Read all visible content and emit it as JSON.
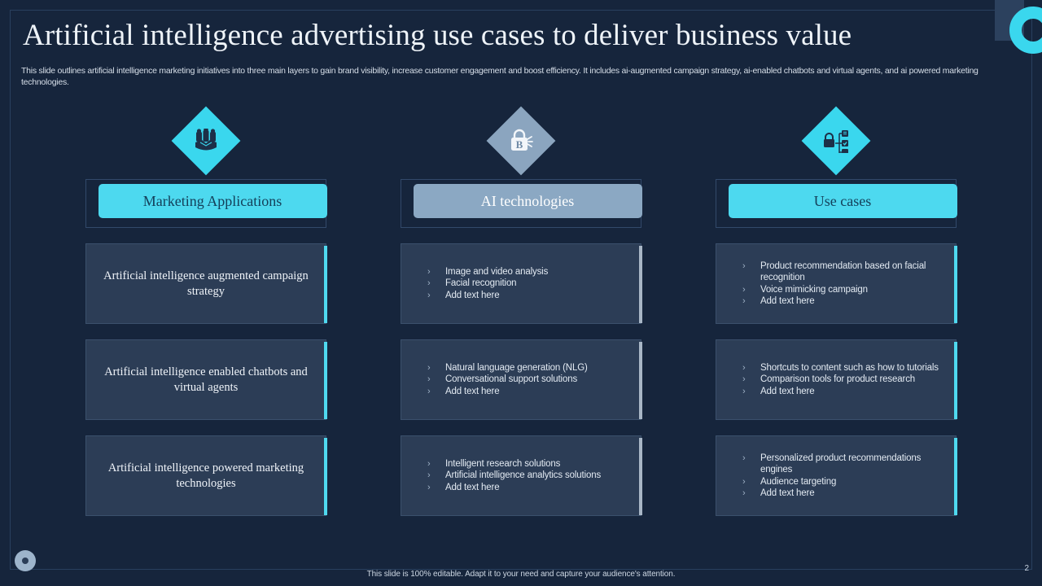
{
  "slide": {
    "title": "Artificial intelligence advertising use cases to deliver business value",
    "subtitle": "This slide outlines artificial intelligence marketing initiatives into three main layers to gain brand visibility, increase customer engagement and boost efficiency. It includes ai-augmented campaign strategy, ai-enabled chatbots and virtual agents, and ai powered marketing technologies.",
    "footer_note": "This slide is 100% editable.  Adapt it to your need and capture your audience's attention.",
    "page_number": "2"
  },
  "colors": {
    "background": "#16253c",
    "accent_cyan": "#4dd9ef",
    "accent_slate": "#8ba8c3",
    "card_background": "#2c3d56",
    "card_border": "#3b506c",
    "bullet_accent_slate": "#a8b6c6"
  },
  "columns": [
    {
      "id": "marketing-applications",
      "icon": "handshake-team-icon",
      "diamond_color": "cyan",
      "header": "Marketing Applications",
      "header_style": "cyan",
      "accent": "cyan",
      "cards": [
        {
          "type": "text",
          "text": "Artificial intelligence augmented campaign strategy"
        },
        {
          "type": "text",
          "text": "Artificial intelligence enabled chatbots and virtual agents"
        },
        {
          "type": "text",
          "text": "Artificial intelligence powered marketing technologies"
        }
      ]
    },
    {
      "id": "ai-technologies",
      "icon": "lock-bitcoin-icon",
      "diamond_color": "slate",
      "header": "AI technologies",
      "header_style": "slate",
      "accent": "slate",
      "cards": [
        {
          "type": "bullets",
          "items": [
            "Image and video analysis",
            "Facial recognition",
            "Add text here"
          ]
        },
        {
          "type": "bullets",
          "items": [
            "Natural language generation (NLG)",
            "Conversational support solutions",
            "Add text here"
          ]
        },
        {
          "type": "bullets",
          "items": [
            "Intelligent research solutions",
            "Artificial intelligence analytics solutions",
            "Add text here"
          ]
        }
      ]
    },
    {
      "id": "use-cases",
      "icon": "lock-workflow-icon",
      "diamond_color": "cyan",
      "header": "Use cases",
      "header_style": "cyan",
      "accent": "cyan",
      "cards": [
        {
          "type": "bullets",
          "items": [
            "Product recommendation based on facial recognition",
            "Voice mimicking campaign",
            "Add text here"
          ]
        },
        {
          "type": "bullets",
          "items": [
            "Shortcuts to content such as how to tutorials",
            "Comparison tools for product research",
            "Add text here"
          ]
        },
        {
          "type": "bullets",
          "items": [
            "Personalized product recommendations engines",
            "Audience targeting",
            "Add text here"
          ]
        }
      ]
    }
  ]
}
